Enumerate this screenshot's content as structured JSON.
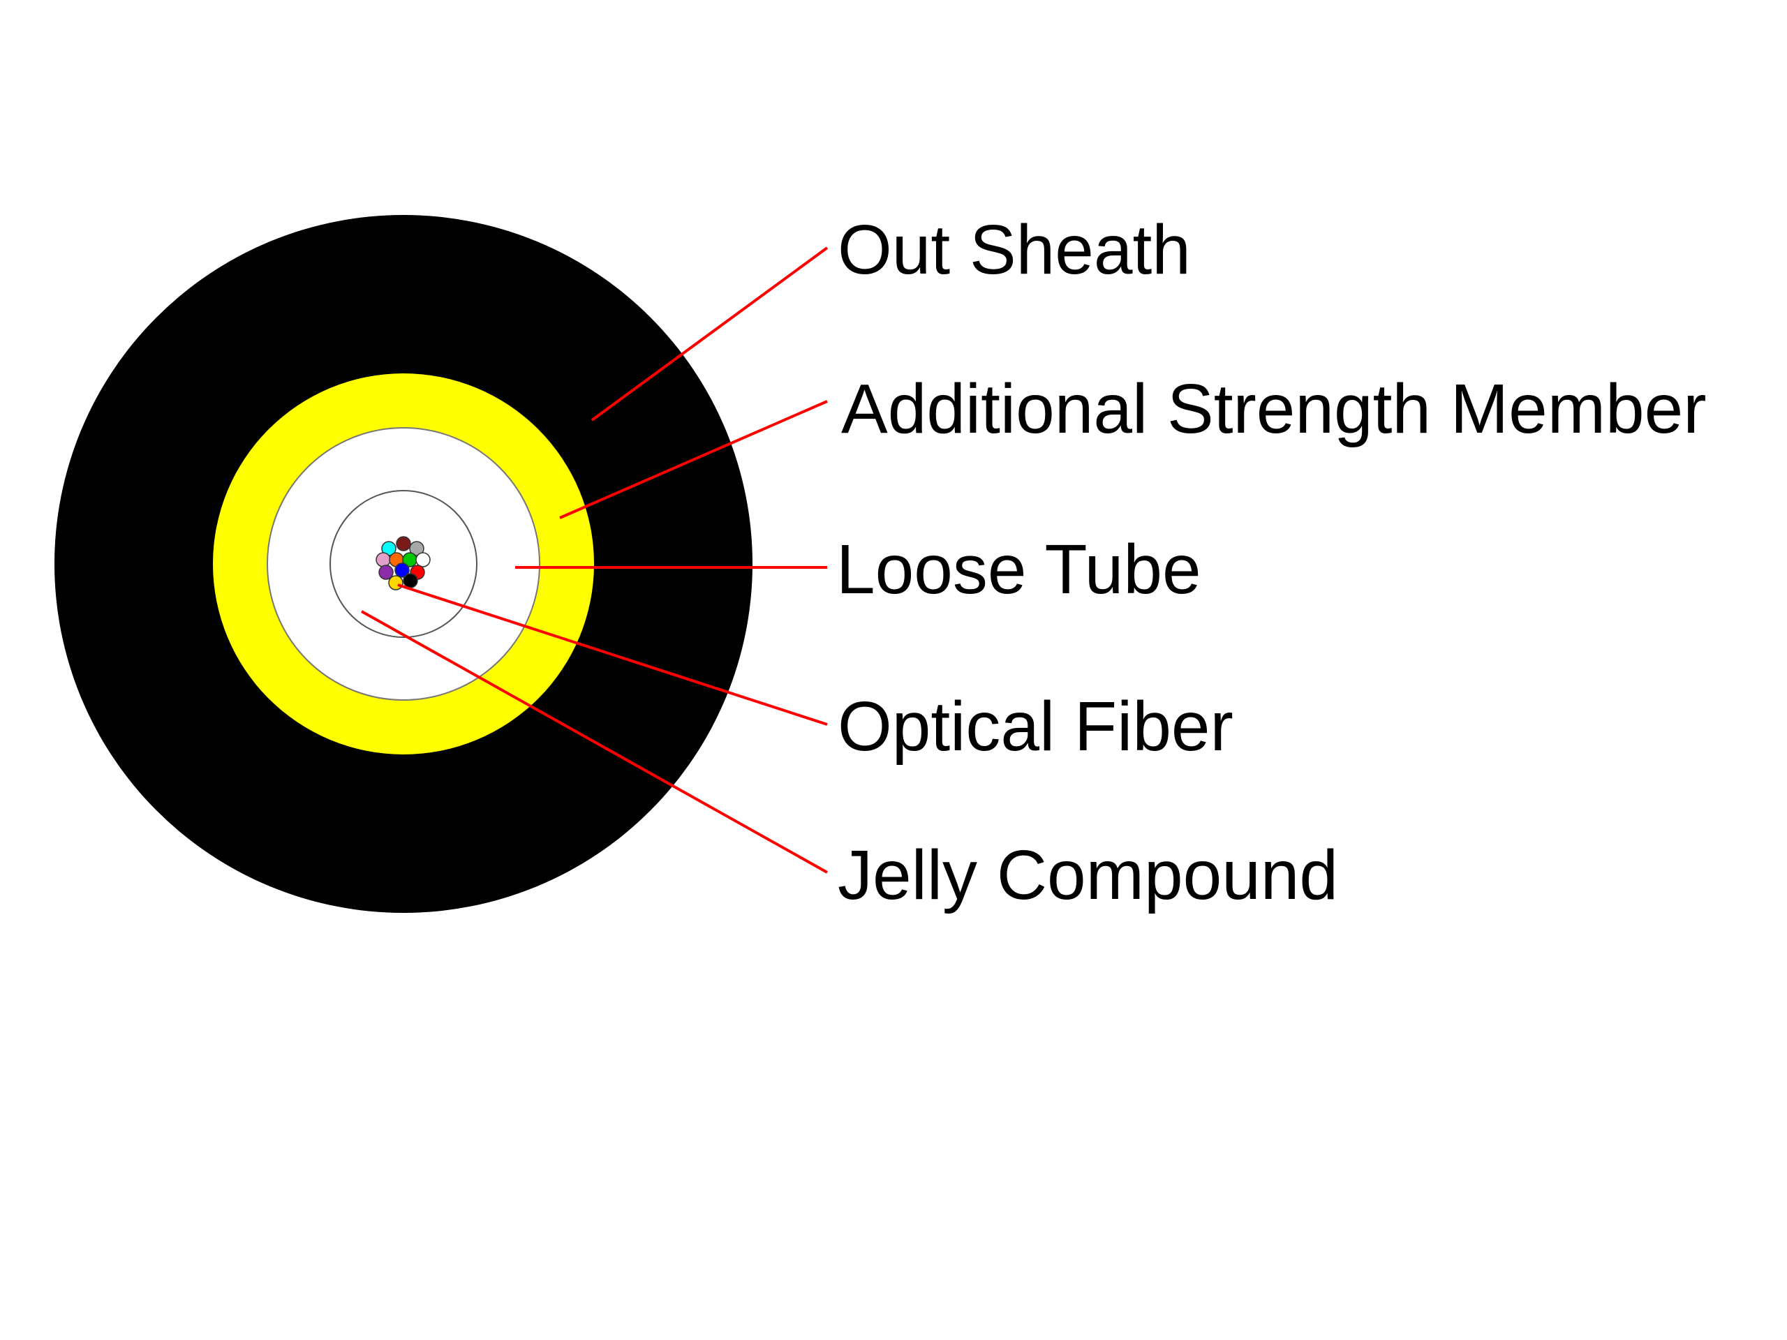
{
  "labels": {
    "out_sheath": "Out Sheath",
    "strength_member": "Additional Strength Member",
    "loose_tube": "Loose Tube",
    "optical_fiber": "Optical Fiber",
    "jelly_compound": "Jelly Compound"
  },
  "colors": {
    "sheath": "#000000",
    "strength_member": "#ffff00",
    "tube": "#ffffff",
    "leader_line": "#ff0000"
  },
  "fiber_colors": [
    "#00ffff",
    "#7a1a1a",
    "#a8a8a8",
    "#e0a0c8",
    "#ff6a00",
    "#00c800",
    "#ffffff",
    "#8c2ca8",
    "#0000ff",
    "#ff0000",
    "#ffd800",
    "#000000"
  ]
}
